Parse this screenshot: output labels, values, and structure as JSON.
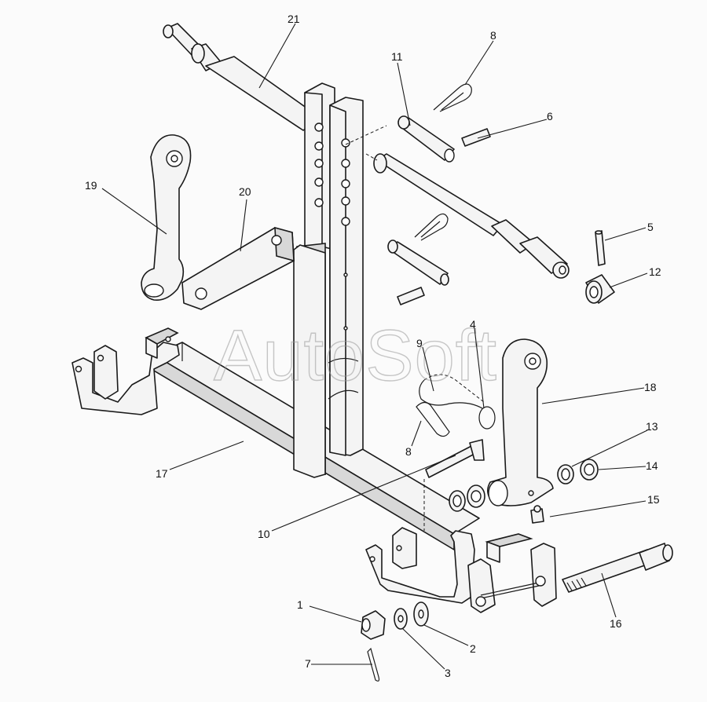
{
  "watermark": "AutoSoft",
  "callouts": {
    "c1": "1",
    "c2": "2",
    "c3": "3",
    "c4": "4",
    "c5": "5",
    "c6": "6",
    "c7": "7",
    "c8a": "8",
    "c8b": "8",
    "c9": "9",
    "c10": "10",
    "c11": "11",
    "c12": "12",
    "c13": "13",
    "c14": "14",
    "c15": "15",
    "c16": "16",
    "c17": "17",
    "c18": "18",
    "c19": "19",
    "c20": "20",
    "c21": "21"
  }
}
